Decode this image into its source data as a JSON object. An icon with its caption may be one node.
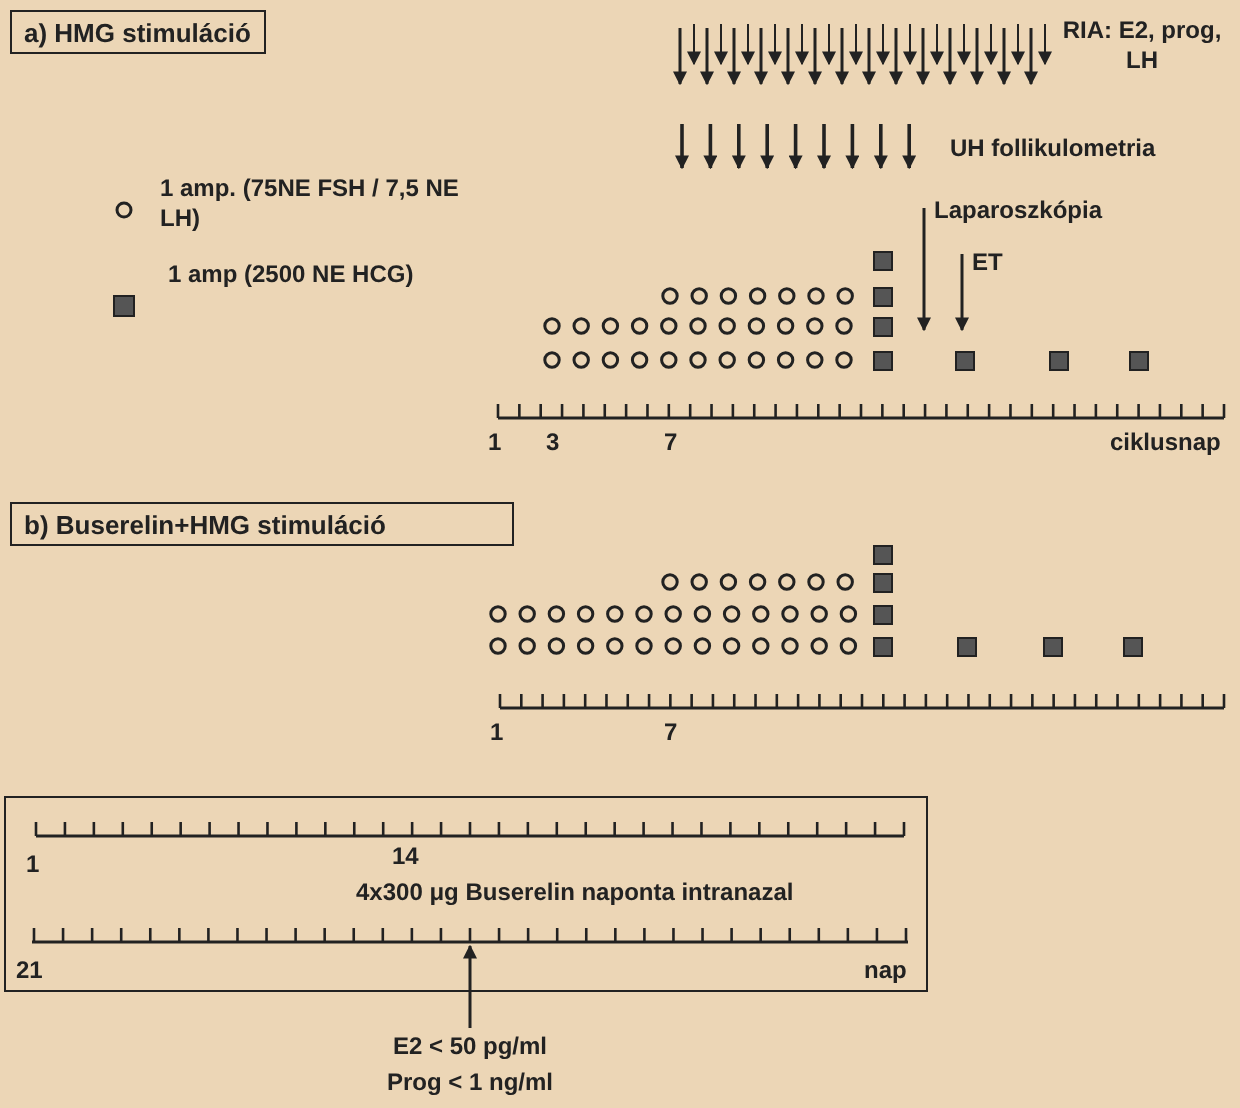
{
  "diagram": {
    "nodes": [
      {
        "text": [
          "a) HMG stimuláció"
        ]
      },
      {
        "text": [
          "b) Buserelin+HMG stimuláció"
        ]
      },
      {
        "text": [],
        "shape": "box"
      },
      {
        "text": [],
        "shape": "bar",
        "in": 2
      },
      {
        "text": [
          "E2 < 50 pg/ml",
          "Prog < 1 ng/ml"
        ]
      }
    ],
    "edges": [
      {
        "from": 4,
        "to": 3,
        "arrow": "to"
      }
    ],
    "labels": [
      "RIA: E2, prog, LH",
      "UH follikulometria",
      "Laparoszkópia",
      "ET",
      "1",
      "3",
      "7",
      "ciklusnap",
      "1",
      "7",
      "1",
      "14",
      "4x300 μg Buserelin naponta intranazal",
      "21",
      "nap"
    ],
    "legend": [
      {
        "text": "1 amp. (75NE FSH / 7,5 NE LH)"
      },
      {
        "text": "1 amp (2500 NE HCG)"
      }
    ]
  }
}
